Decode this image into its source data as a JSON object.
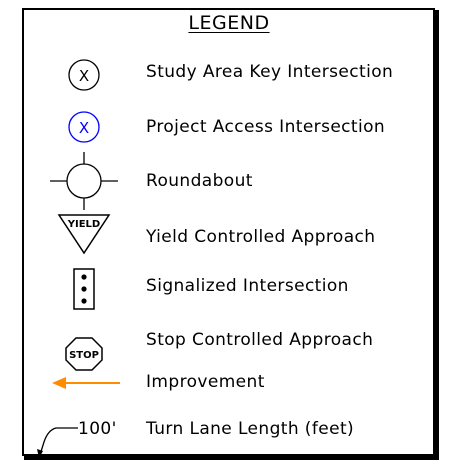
{
  "legend": {
    "title": "LEGEND",
    "items": [
      {
        "id": "study-area",
        "label": "Study Area Key Intersection",
        "symbol_text": "X",
        "color": "#000000"
      },
      {
        "id": "project-access",
        "label": "Project Access Intersection",
        "symbol_text": "X",
        "color": "#0000ff"
      },
      {
        "id": "roundabout",
        "label": "Roundabout"
      },
      {
        "id": "yield",
        "label": "Yield Controlled Approach",
        "symbol_text": "YIELD"
      },
      {
        "id": "signal",
        "label": "Signalized Intersection"
      },
      {
        "id": "stop",
        "label": "Stop Controlled Approach",
        "symbol_text": "STOP"
      },
      {
        "id": "improvement",
        "label": "Improvement",
        "color": "#ff8c00"
      },
      {
        "id": "turn-lane",
        "label": "Turn Lane Length (feet)",
        "symbol_text": "100'"
      }
    ]
  }
}
